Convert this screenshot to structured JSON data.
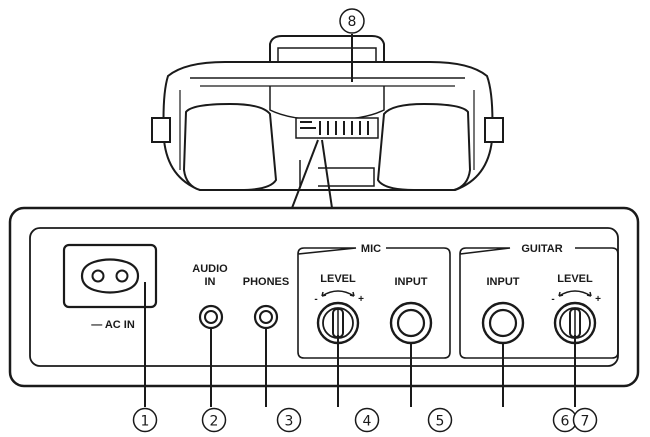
{
  "labels": {
    "ac_in": "AC IN",
    "audio_in_1": "AUDIO",
    "audio_in_2": "IN",
    "phones": "PHONES",
    "mic": "MIC",
    "guitar": "GUITAR",
    "mic_level": "LEVEL",
    "mic_input": "INPUT",
    "guitar_input": "INPUT",
    "guitar_level": "LEVEL",
    "minus": "-",
    "plus": "+"
  },
  "callouts": [
    "①",
    "②",
    "③",
    "④",
    "⑤",
    "⑥",
    "⑦",
    "⑧"
  ]
}
